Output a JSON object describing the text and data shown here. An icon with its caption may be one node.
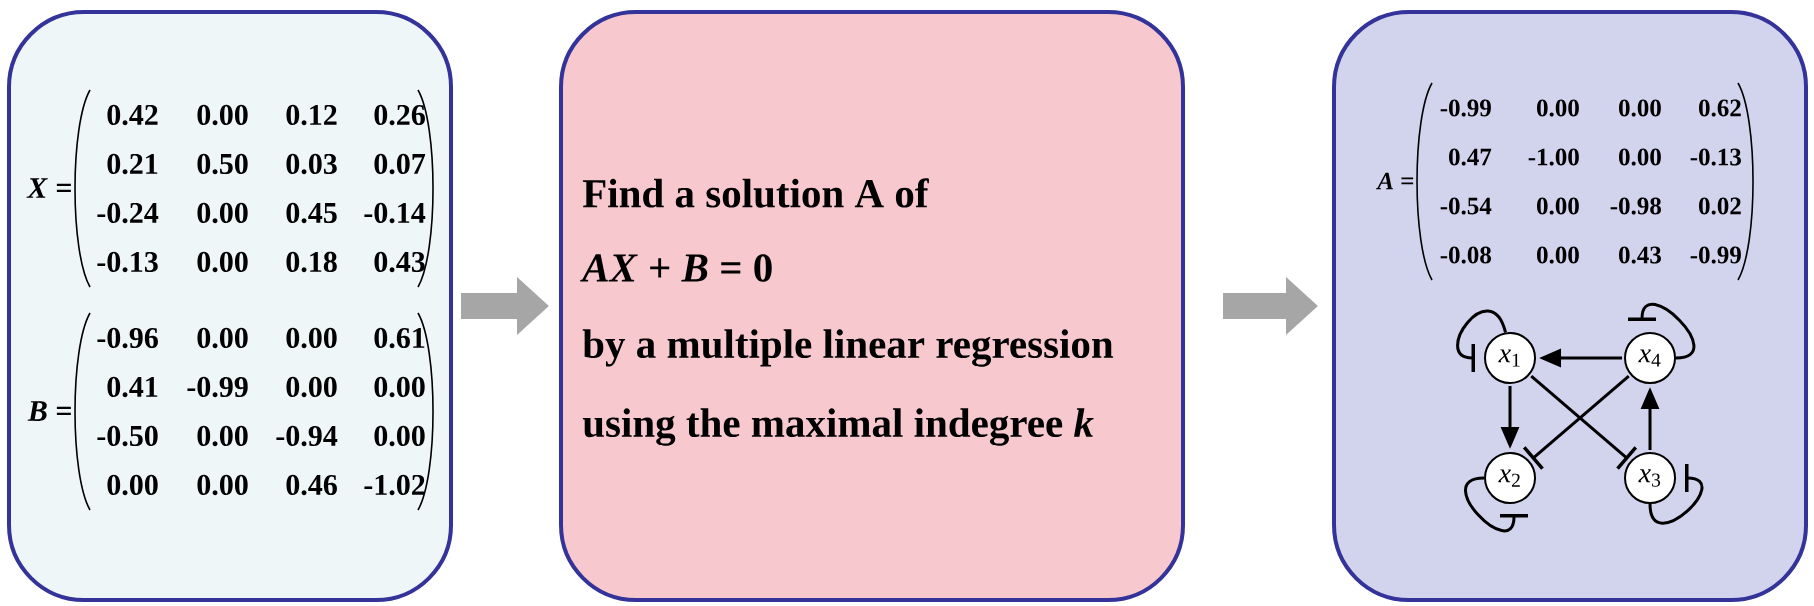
{
  "diagram": {
    "nodes": [
      {
        "text": [
          "*X* =",
          "0.42",
          "0.00",
          "0.12",
          "0.26",
          "0.21",
          "0.50",
          "0.03",
          "0.07",
          "-0.24",
          "0.00",
          "0.45",
          "-0.14",
          "-0.13",
          "0.00",
          "0.18",
          "0.43",
          "*B* =",
          "-0.96",
          "0.00",
          "0.00",
          "0.61",
          "0.41",
          "-0.99",
          "0.00",
          "0.00",
          "-0.50",
          "0.00",
          "-0.94",
          "0.00",
          "0.00",
          "0.00",
          "0.46",
          "-1.02"
        ]
      },
      {
        "text": [
          "Find a solution A of",
          "*AX* + *B* = 0",
          "by a multiple linear regression",
          "using the maximal indegree *k*"
        ]
      },
      {
        "text": [
          "*A* =",
          "-0.99",
          "0.00",
          "0.00",
          "0.62",
          "0.47",
          "-1.00",
          "0.00",
          "-0.13",
          "-0.54",
          "0.00",
          "-0.98",
          "0.02",
          "-0.08",
          "0.00",
          "0.43",
          "-0.99"
        ]
      },
      {
        "text": [
          "*x*$_{1}$"
        ],
        "in": 2
      },
      {
        "text": [
          "*x*$_{2}$"
        ],
        "in": 2
      },
      {
        "text": [
          "*x*$_{3}$"
        ],
        "in": 2
      },
      {
        "text": [
          "*x*$_{4}$"
        ],
        "in": 2
      }
    ],
    "edges": [
      {
        "from": 0,
        "to": 1,
        "arrow": "to",
        "style": "thick",
        "color": "#a6a6a6"
      },
      {
        "from": 1,
        "to": 2,
        "arrow": "to",
        "style": "thick",
        "color": "#a6a6a6"
      },
      {
        "from": 3,
        "to": 3,
        "arrow": "other"
      },
      {
        "from": 6,
        "to": 3,
        "arrow": "to"
      },
      {
        "from": 6,
        "to": 6,
        "arrow": "other"
      },
      {
        "from": 3,
        "to": 4,
        "arrow": "to"
      },
      {
        "from": 3,
        "to": 5,
        "arrow": "other"
      },
      {
        "from": 6,
        "to": 4,
        "arrow": "other"
      },
      {
        "from": 5,
        "to": 6,
        "arrow": "to"
      },
      {
        "from": 4,
        "to": 4,
        "arrow": "other"
      },
      {
        "from": 5,
        "to": 5,
        "arrow": "other"
      }
    ]
  }
}
